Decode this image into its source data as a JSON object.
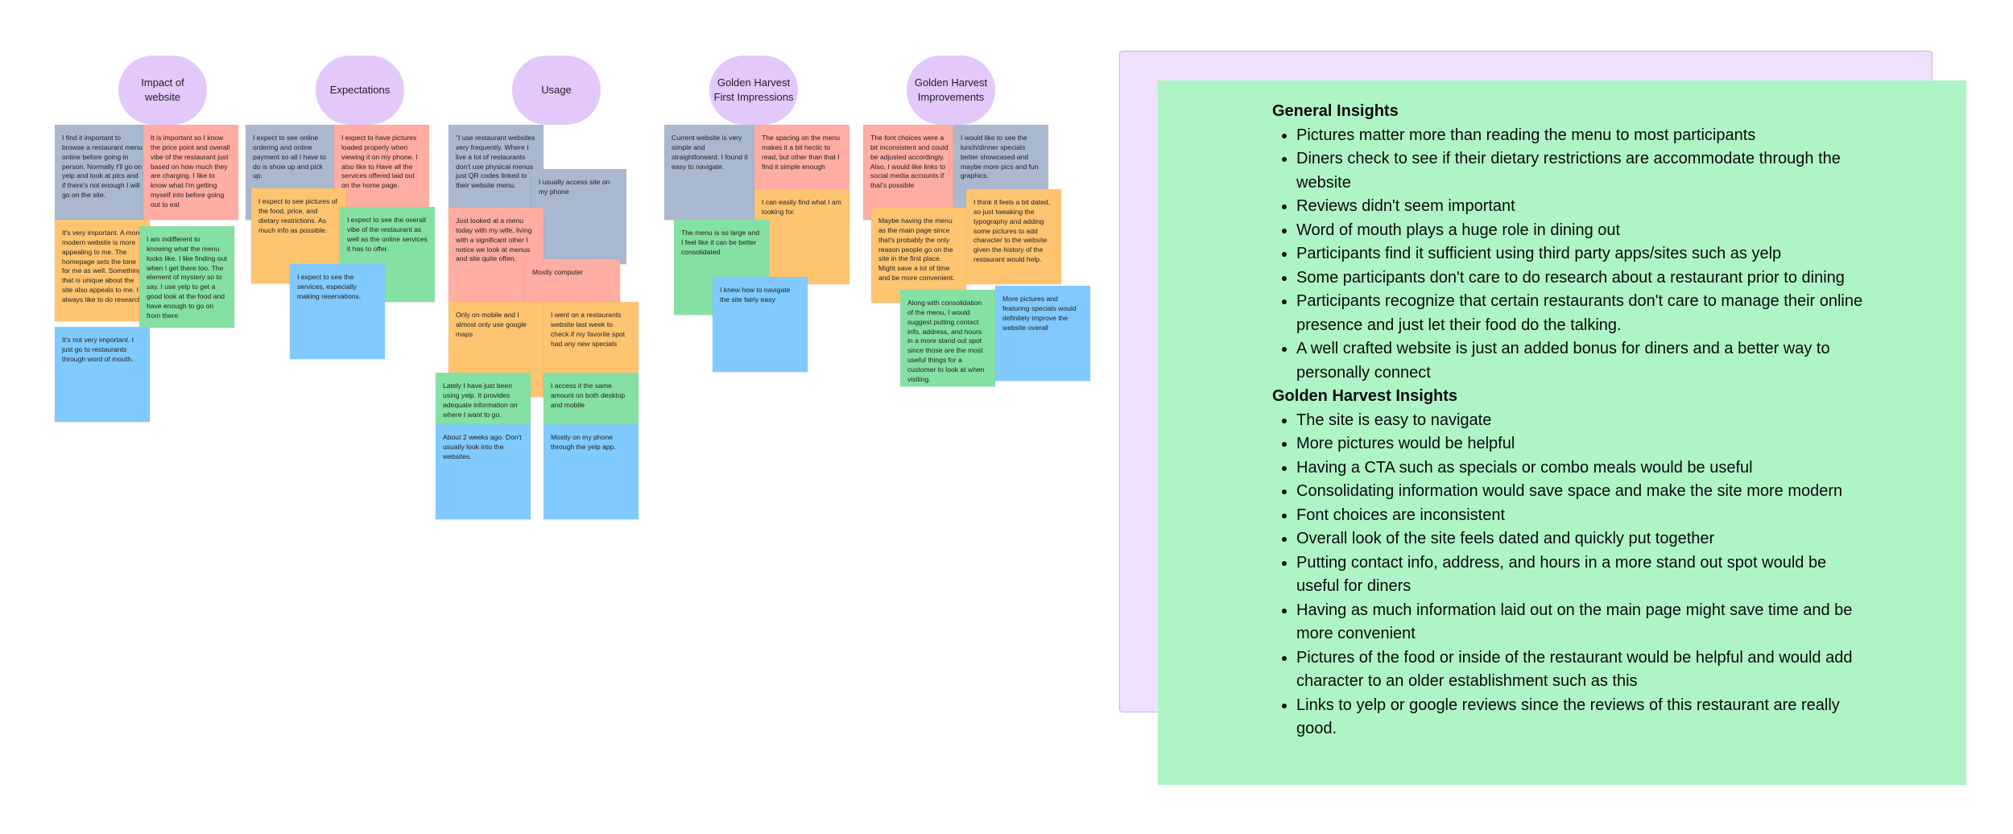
{
  "headers": {
    "impact": "Impact of\nwebsite",
    "expectations": "Expectations",
    "usage": "Usage",
    "gh_first": "Golden Harvest\nFirst Impressions",
    "gh_improvements": "Golden Harvest\nImprovements"
  },
  "notes": {
    "impact_1": "I find it important to browse a restaurant menu online before going in person.  Normally I'll go on yelp and look at pics and if there's not enough I will go on the site.",
    "impact_2": "It is important so I know the price point and overall vibe of the restaurant just based on how much they are charging.  I like to know what I'm getting myself into before going out to eat",
    "impact_3": "It's very important.  A more modern website is more appealing to me. The homepage sets the tone for me as well. Something that is unique about the site also appeals to me. I always like to do research",
    "impact_4": "I am indifferent to knowing what the menu looks like. I like finding out when I get there too.  The element of mystery so to say. I use yelp to get a good look at the food and have enough to go on from there",
    "impact_5": "It's not very important. I just go to restaurants through word of mouth.",
    "exp_1": "I expect to see online ordering and online payment so all  I have to do is show up and pick up.",
    "exp_2": "I expect to have pictures loaded properly when viewing it on my phone.  I also like to Have all the services offered laid out on the home page.",
    "exp_3": "I expect to see pictures of the food, price, and dietary restrictions.  As much info as possible.",
    "exp_4": "I expect to see the overall vibe of the restaurant as well as the online services it has to offer.",
    "exp_5": "I expect to see the services, especially making reservations.",
    "usage_1": "\"I use restaurant websites very frequently.   Where I live a lot of restaurants don't use physical menus just QR codes linked to their website menu.",
    "usage_2": "I usually access site on my phone",
    "usage_3": "Just looked at a menu today with my wife, living with a significant other I notice we look at menus and site quite often.",
    "usage_4": "Mostly computer",
    "usage_5": "Only on mobile and I almost only use google maps",
    "usage_6": "I went on a restaurants website last week to check if my favorite spot had any new specials",
    "usage_7": "Lately I have just been using yelp.  It provides adequate information on where I want to go.",
    "usage_8": "I access it the same amount on both desktop and mobile",
    "usage_9": "About 2 weeks ago.  Don't usually look into the websites.",
    "usage_10": "Mostly on my phone through the yelp app.",
    "ghf_1": "Current website is very simple and straightforward.  I found it easy to navigate.",
    "ghf_2": "The spacing on the menu makes it a bit hectic to read, but other than that I find it simple enough",
    "ghf_3": "I can easily find what I am looking for.",
    "ghf_4": "The menu is so large and I feel like it can be better consolidated",
    "ghf_5": "I knew how to navigate the site fairly easy",
    "ghi_1": "The font choices were a bit inconsistent and could be adjusted accordingly. Also, I would like links to social media accounts if that's possible",
    "ghi_2": "I would like to see the lunch/dinner specials better showcased and maybe more pics and fun graphics.",
    "ghi_3": "Maybe having the menu as the main page since that's probably the only reason people go on the site in the first place. Might save a lot of time and be more convenient.",
    "ghi_4": "I think it feels a bit dated, so just tweaking the typography and adding some pictures to add character to the website given the history of the restaurant would help.",
    "ghi_5": "Along with consolidation of the menu, I would suggest  putting contact info, address, and hours in a more stand out spot since those are the most useful things for a customer to look at when visiting.",
    "ghi_6": "More pictures and featuring specials would definitely improve the website overall"
  },
  "insights": {
    "general_title": "General Insights",
    "general": [
      "Pictures matter more than reading the menu to most participants",
      "Diners check to see if their dietary restrictions are accommodate through the website",
      "Reviews didn't seem important",
      "Word of mouth plays a huge role in dining out",
      "Participants find it sufficient using third party apps/sites such as yelp",
      "Some participants don't care to do research about a restaurant prior to dining",
      "Participants recognize that certain restaurants don't care to manage their online presence and just let their food do the talking.",
      "A well crafted website is just an added bonus for diners and a better way to personally connect"
    ],
    "gh_title": "Golden Harvest Insights",
    "gh": [
      "The site is easy to navigate",
      "More pictures would be helpful",
      "Having a CTA such as specials or combo meals would be useful",
      "Consolidating information would save space and make the site more modern",
      "Font choices are inconsistent",
      "Overall look of the site feels dated and quickly put together",
      "Putting contact info, address, and hours in a more stand out spot would be useful for diners",
      "Having as much information laid out on the main page might save time and be more convenient",
      "Pictures of the food or inside of the restaurant would be helpful and would add character to an older establishment such as this",
      "Links to yelp or google reviews since the reviews of this restaurant are really good."
    ]
  },
  "colors": {
    "header": "#e2c8fb",
    "gray_note": "#a9b8cf",
    "red_note": "#ffaca2",
    "orange_note": "#ffc470",
    "green_note": "#85e0a3",
    "blue_note": "#80caff",
    "insights_card": "#aff4c6",
    "back_frame": "#efe0fd"
  }
}
